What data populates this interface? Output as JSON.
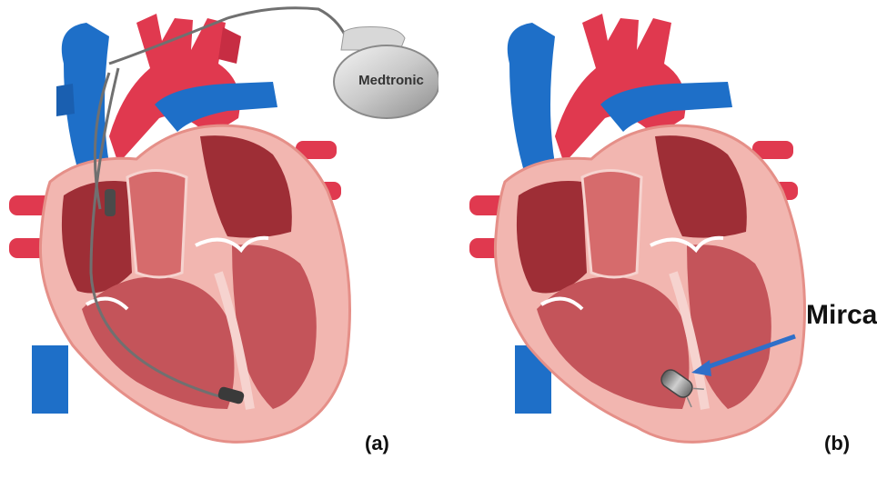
{
  "figure": {
    "panel_a": {
      "label": "(a)",
      "device_brand": "Medtronic"
    },
    "panel_b": {
      "label": "(b)",
      "device_label": "Mirca"
    }
  },
  "colors": {
    "aorta_red": "#e0394f",
    "vein_blue": "#1e6fc8",
    "heart_wall": "#f2b6b0",
    "chamber_dark": "#9e2e36",
    "chamber_mid": "#c4545a",
    "arrow_blue": "#2f6fc9",
    "lead_gray": "#707070"
  }
}
